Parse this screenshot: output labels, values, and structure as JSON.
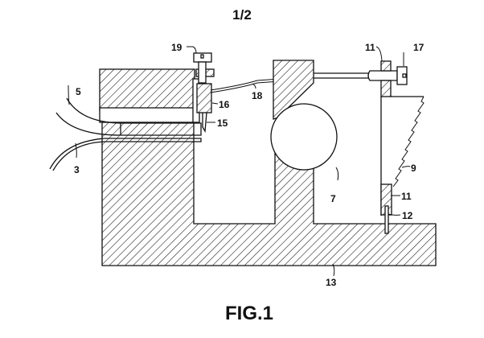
{
  "sheet": {
    "page_indicator": "1/2",
    "figure_caption": "FIG.1"
  },
  "labels": {
    "n3": "3",
    "n5": "5",
    "n7": "7",
    "n9": "9",
    "n11_top": "11",
    "n11_bottom": "11",
    "n12": "12",
    "n13": "13",
    "n15": "15",
    "n16": "16",
    "n17": "17",
    "n18": "18",
    "n19": "19"
  },
  "colors": {
    "ink": "#111111",
    "paper": "#ffffff"
  }
}
